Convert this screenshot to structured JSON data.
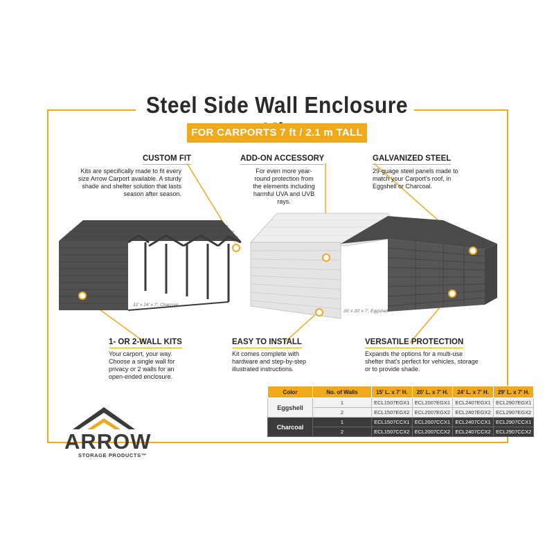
{
  "header": {
    "title": "Steel Side Wall Enclosure Kit",
    "subtitle": "FOR CARPORTS  7 ft / 2.1 m  TALL"
  },
  "features": {
    "custom_fit": {
      "title": "CUSTOM FIT",
      "text": "Kits are specifically made to fit every size Arrow Carport available. A sturdy shade and shelter solution that lasts season after season."
    },
    "add_on": {
      "title": "ADD-ON ACCESSORY",
      "text": "For even more year-round protection from the elements including harmful UVA and UVB rays."
    },
    "galvanized": {
      "title": "GALVANIZED STEEL",
      "text": "29-guage steel panels made to match your Carport's roof, in Eggshell or Charcoal."
    },
    "walls": {
      "title": "1- OR 2-WALL KITS",
      "text": "Your carport, your way. Choose a single wall for privacy or 2 walls for an open-ended enclosure."
    },
    "install": {
      "title": "EASY TO INSTALL",
      "text": "Kit comes complete with hardware and step-by-step illustrated instructions."
    },
    "versatile": {
      "title": "VERSATILE PROTECTION",
      "text": "Expands the options for a multi-use shelter that's perfect for vehicles, storage or to provide shade."
    }
  },
  "image_notes": {
    "left": "12' x 24' x 7', Charcoal",
    "middle": "20' x 20' x 7', Eggshell"
  },
  "table": {
    "headers": [
      "Color",
      "No. of Walls",
      "15' L. x 7' H.",
      "20' L. x 7' H.",
      "24' L. x 7' H.",
      "29' L. x 7' H."
    ],
    "groups": [
      {
        "color": "Eggshell",
        "rows": [
          {
            "walls": "1",
            "skus": [
              "ECL1507EGX1",
              "ECL2007EGX1",
              "ECL2407EGX1",
              "ECL2907EGX1"
            ]
          },
          {
            "walls": "2",
            "skus": [
              "ECL1507EGX2",
              "ECL2007EGX2",
              "ECL2407EGX2",
              "ECL2907EGX2"
            ]
          }
        ]
      },
      {
        "color": "Charcoal",
        "rows": [
          {
            "walls": "1",
            "skus": [
              "ECL1507CCX1",
              "ECL2007CCX1",
              "ECL2407CCX1",
              "ECL2907CCX1"
            ]
          },
          {
            "walls": "2",
            "skus": [
              "ECL1507CCX2",
              "ECL2007CCX2",
              "ECL2407CCX2",
              "ECL2907CCX2"
            ]
          }
        ]
      }
    ]
  },
  "logo": {
    "word": "ARROW",
    "sub": "STORAGE PRODUCTS™"
  },
  "colors": {
    "accent": "#f0a91b",
    "charcoal": "#3b3b3b",
    "eggshell": "#e6e6e6"
  }
}
